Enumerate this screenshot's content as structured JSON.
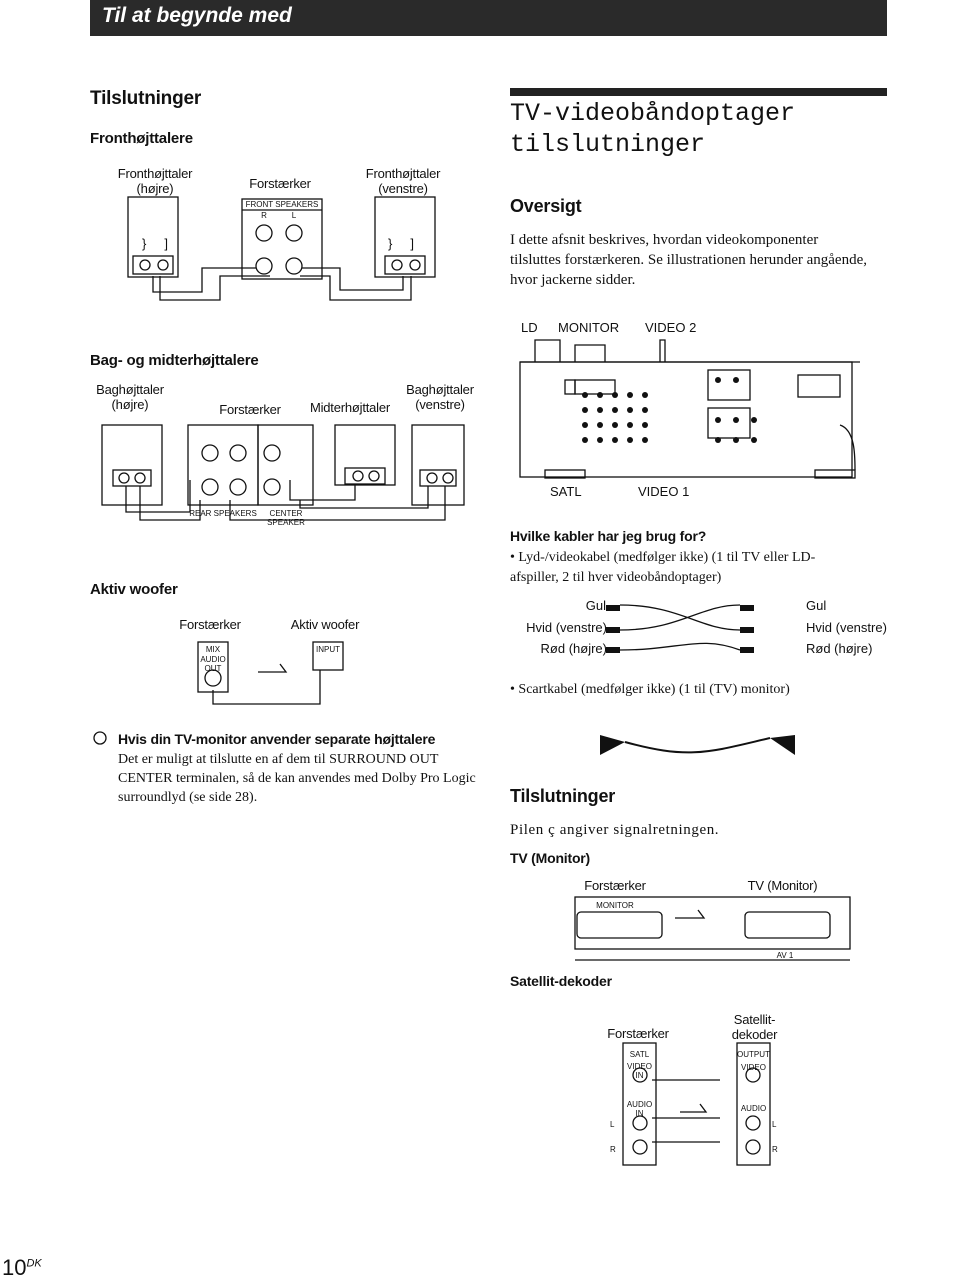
{
  "header": {
    "title": "Til at begynde med"
  },
  "left": {
    "section_title": "Tilslutninger",
    "front": {
      "heading": "Fronthøjttalere",
      "right_speaker": "Fronthøjttaler\n(højre)",
      "amplifier": "Forstærker",
      "left_speaker": "Fronthøjttaler\n(venstre)",
      "panel_label": "FRONT SPEAKERS",
      "r": "R",
      "l": "L",
      "brackets": "}     ]",
      "plus": "+",
      "minus": "–"
    },
    "rear": {
      "heading": "Bag- og midterhøjttalere",
      "right_speaker": "Baghøjttaler\n(højre)",
      "amplifier": "Forstærker",
      "center": "Midterhøjttaler",
      "left_speaker": "Baghøjttaler\n(venstre)",
      "rear_panel": "REAR SPEAKERS",
      "center_panel": "CENTER SPEAKER"
    },
    "woofer": {
      "heading": "Aktiv woofer",
      "amplifier": "Forstærker",
      "woofer": "Aktiv woofer",
      "mix": "MIX",
      "audio_out": "AUDIO\nOUT",
      "input": "INPUT"
    },
    "tip": {
      "title": "Hvis din TV-monitor anvender separate højttalere",
      "text": "Det er muligt at tilslutte en af dem til SURROUND OUT CENTER terminalen, så de kan anvendes med Dolby Pro Logic surroundlyd (se side 28)."
    }
  },
  "right": {
    "title": "TV-videobåndoptager\ntilslutninger",
    "overview_heading": "Oversigt",
    "overview_text": "I dette afsnit beskrives, hvordan videokomponenter tilsluttes forstærkeren. Se illustrationen herunder angående, hvor jackerne sidder.",
    "panel_labels_top": [
      "LD",
      "MONITOR",
      "VIDEO 2"
    ],
    "panel_labels_bottom": [
      "SATL",
      "VIDEO 1"
    ],
    "cables_heading": "Hvilke kabler har jeg brug for?",
    "cable_items": [
      "Lyd-/videokabel (medfølger ikke) (1 til TV eller LD-afspiller, 2 til hver videobåndoptager)",
      "Scartkabel (medfølger ikke) (1 til (TV) monitor)"
    ],
    "plug_labels": [
      "Gul",
      "Hvid (venstre)",
      "Rød (højre)"
    ],
    "connections_heading": "Tilslutninger",
    "signal_text": "Pilen ç angiver signalretningen.",
    "tv_heading": "TV (Monitor)",
    "tv_amplifier": "Forstærker",
    "tv_monitor": "TV (Monitor)",
    "monitor_label": "MONITOR",
    "av1_label": "AV 1",
    "sat_heading": "Satellit-dekoder",
    "sat_amplifier": "Forstærker",
    "sat_decoder": "Satellit-\ndekoder",
    "satl": "SATL",
    "output": "OUTPUT",
    "video_in": "VIDEO\nIN",
    "audio_in": "AUDIO\nIN",
    "video": "VIDEO",
    "audio": "AUDIO",
    "l": "L",
    "r": "R"
  },
  "footer": {
    "page_number": "10",
    "page_suffix": "DK"
  }
}
